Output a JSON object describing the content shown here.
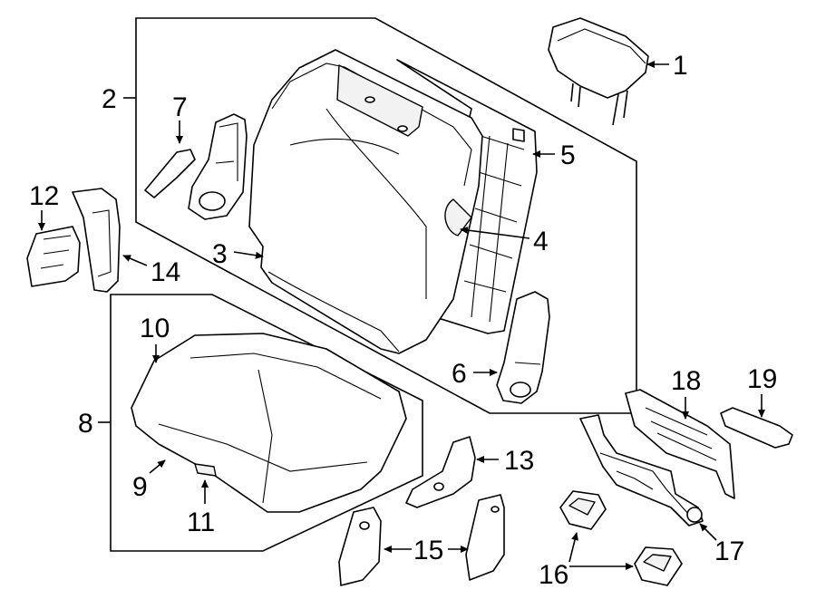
{
  "callouts": {
    "c1": "1",
    "c2": "2",
    "c3": "3",
    "c4": "4",
    "c5": "5",
    "c6": "6",
    "c7": "7",
    "c8": "8",
    "c9": "9",
    "c10": "10",
    "c11": "11",
    "c12": "12",
    "c13": "13",
    "c14": "14",
    "c15": "15",
    "c16": "16",
    "c17": "17",
    "c18": "18",
    "c19": "19"
  },
  "colors": {
    "line": "#000000",
    "background": "#ffffff",
    "shade": "#f2f2f2"
  }
}
